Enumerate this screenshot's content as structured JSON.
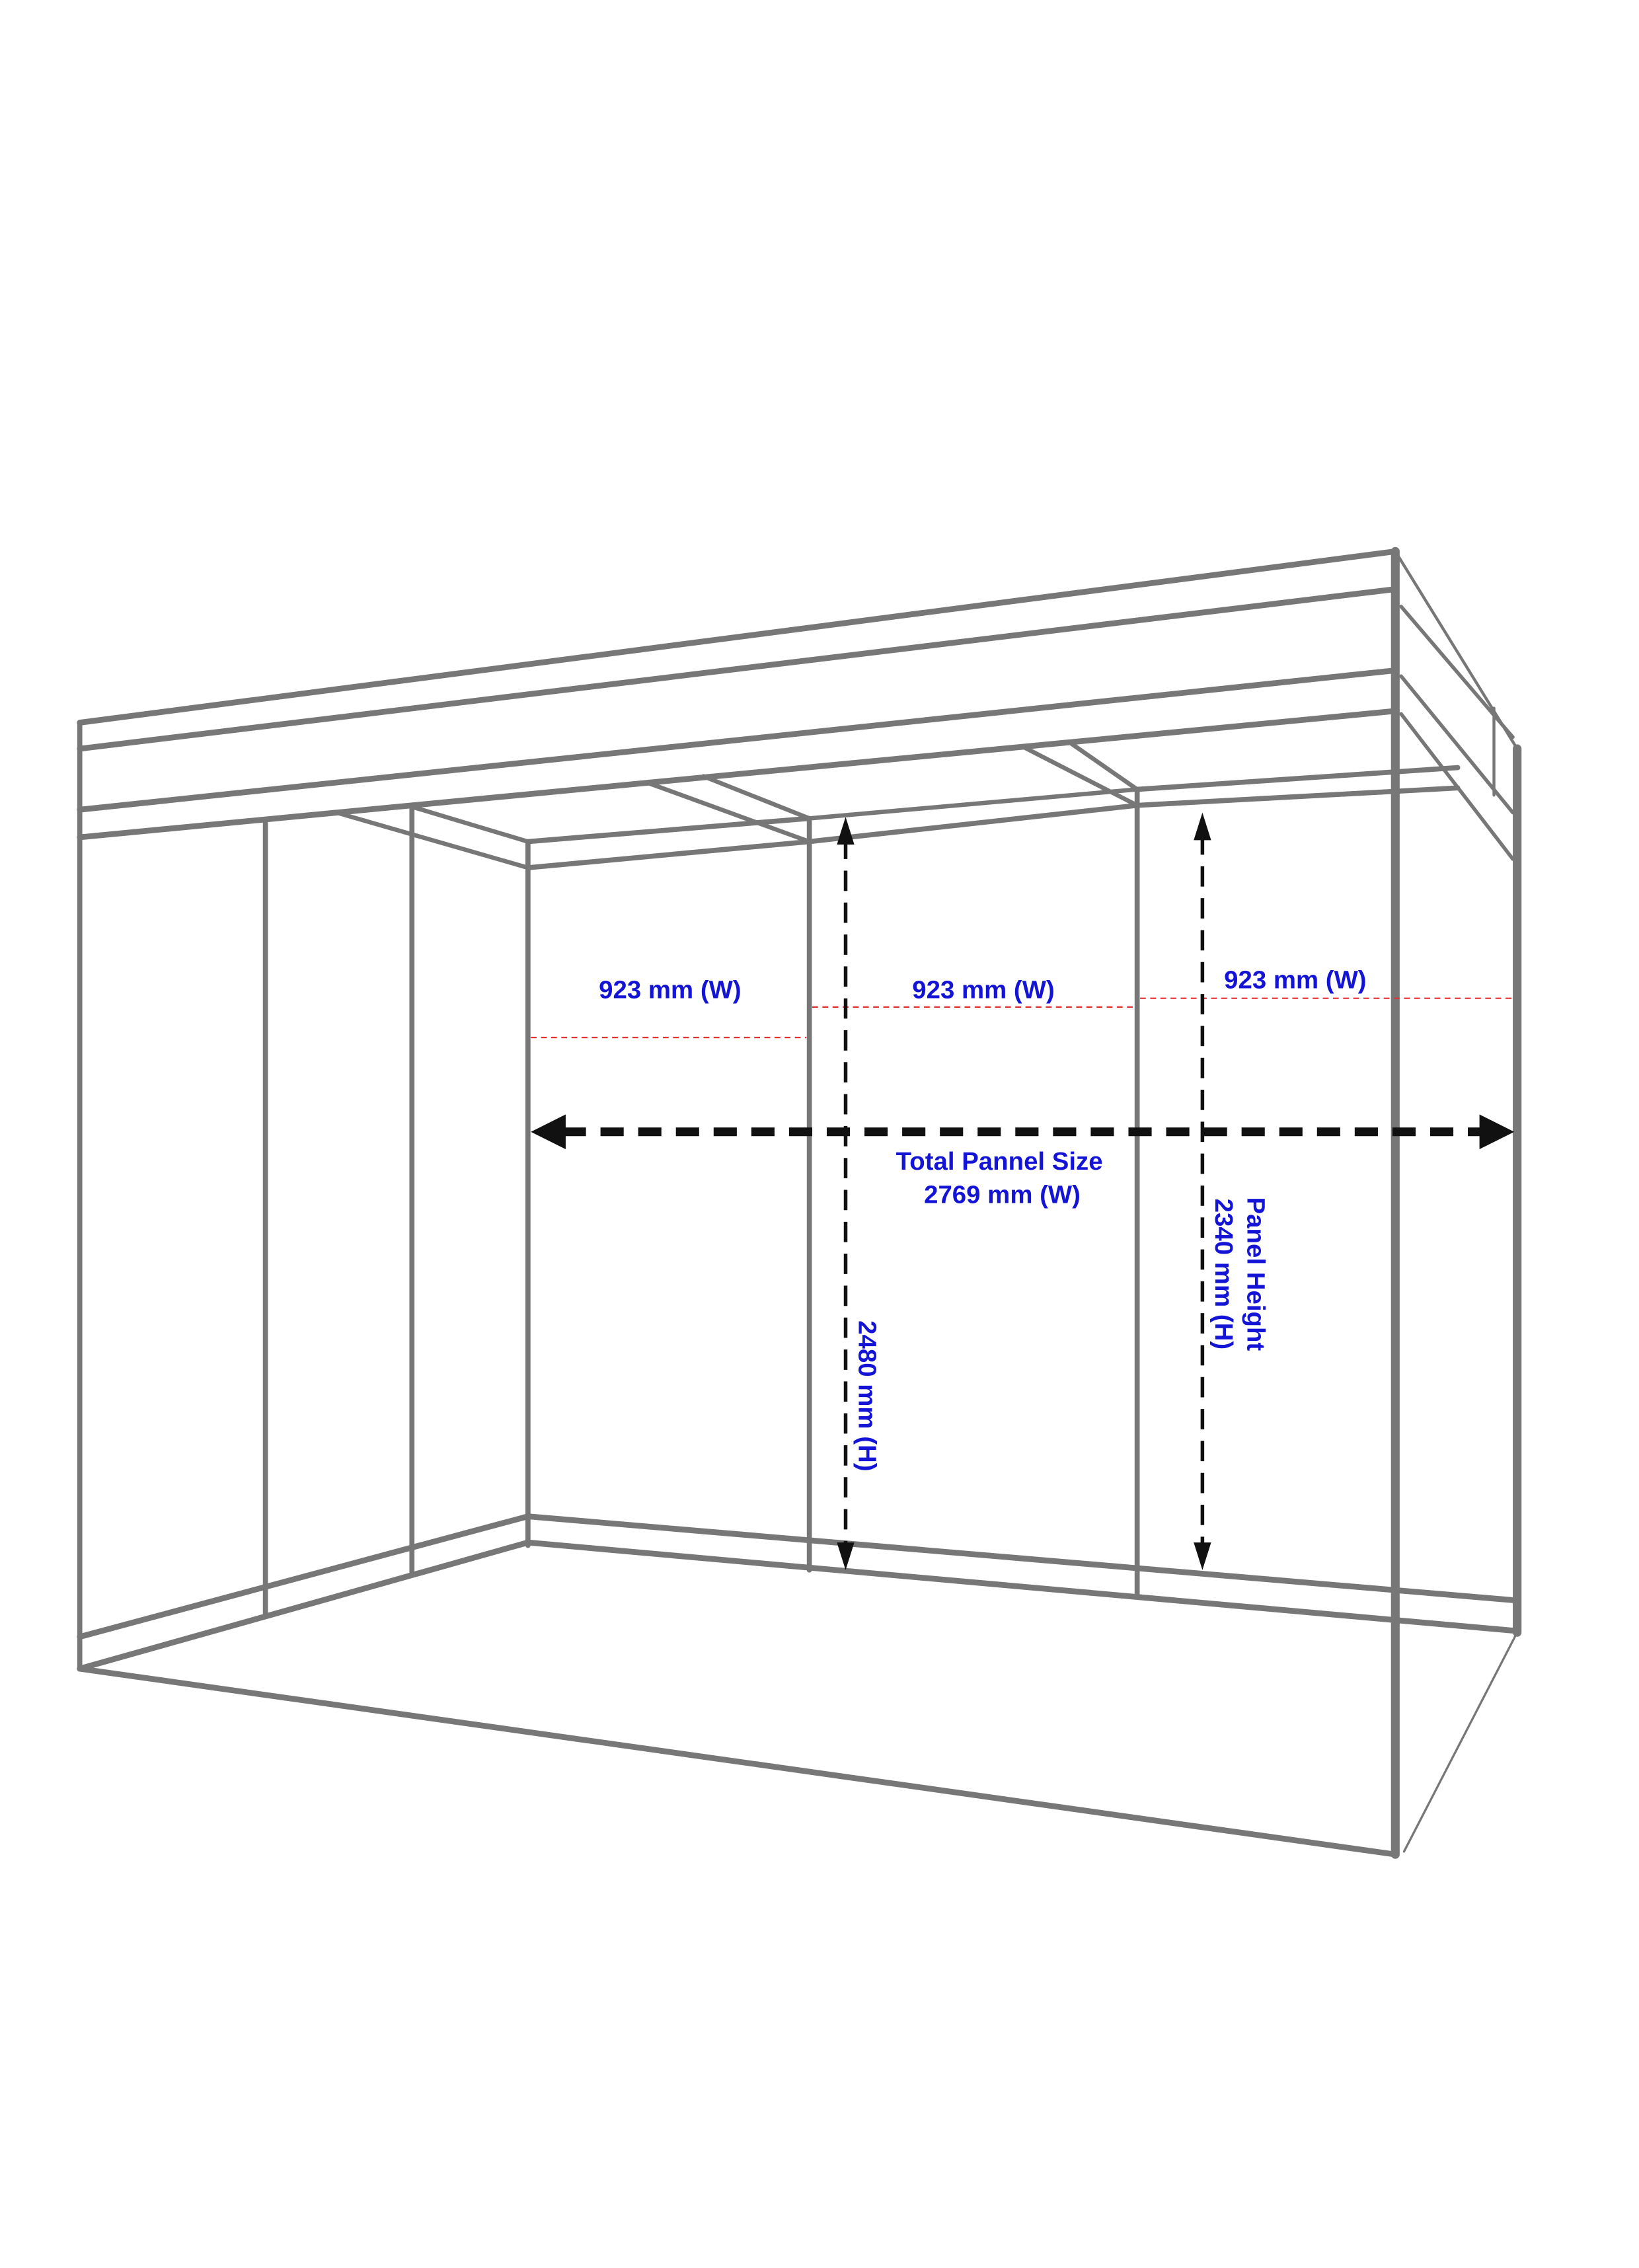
{
  "diagram": {
    "type": "exhibition-booth-dimension-drawing",
    "colors": {
      "frame": "#777777",
      "label_text": "#1414d6",
      "dimension_arrow": "#111111",
      "panel_guide": "#e53030",
      "background": "#ffffff"
    },
    "labels": {
      "panel_width_1": "923 mm (W)",
      "panel_width_2": "923 mm (W)",
      "panel_width_3": "923 mm (W)",
      "total_size_line1": "Total Pannel Size",
      "total_size_line2": "2769 mm (W)",
      "overall_height": "2480 mm (H)",
      "panel_height_line1": "Panel Height",
      "panel_height_line2": "2340 mm (H)"
    },
    "dimensions": {
      "panel_count": 3,
      "panel_width_mm": 923,
      "total_width_mm": 2769,
      "overall_height_mm": 2480,
      "panel_height_mm": 2340
    }
  }
}
